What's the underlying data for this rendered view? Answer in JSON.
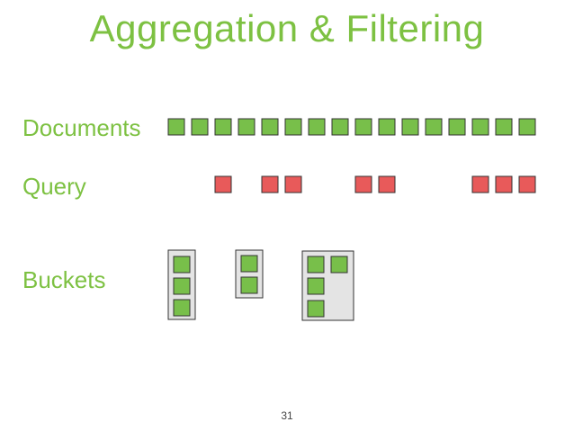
{
  "title": "Aggregation & Filtering",
  "rows": {
    "documents_label": "Documents",
    "query_label": "Query",
    "buckets_label": "Buckets"
  },
  "documents": {
    "count": 16
  },
  "query": {
    "matches": [
      false,
      false,
      true,
      false,
      true,
      true,
      false,
      false,
      true,
      true,
      false,
      false,
      false,
      true,
      true,
      true
    ]
  },
  "buckets": [
    {
      "count": 3
    },
    {
      "count": 2
    },
    {
      "count": 4
    }
  ],
  "page_number": "31",
  "colors": {
    "accent": "#7dc142",
    "doc_fill": "#78bf4a",
    "query_fill": "#e85a5a",
    "bucket_fill": "#e4e4e4",
    "stroke": "#333333"
  }
}
